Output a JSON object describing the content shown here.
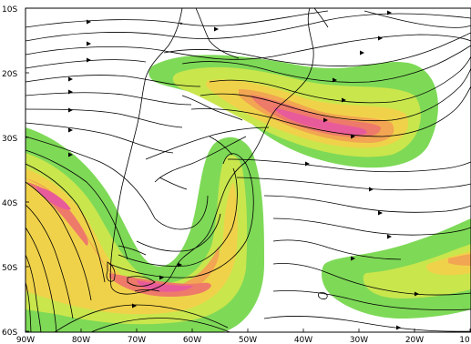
{
  "map": {
    "lat_labels": [
      "10S",
      "20S",
      "30S",
      "40S",
      "50S",
      "60S"
    ],
    "lon_labels": [
      "90W",
      "80W",
      "70W",
      "60W",
      "50W",
      "40W",
      "30W",
      "20W",
      "10"
    ],
    "extent": {
      "lon_min": -90,
      "lon_max": -10,
      "lat_min": -60,
      "lat_max": -10
    },
    "shading_colors": [
      "#7ed957",
      "#c9e64d",
      "#f0d24a",
      "#f2a552",
      "#ee7a6a",
      "#e85b9a",
      "#e030c0"
    ],
    "features": [
      "jet-streak-subtropical",
      "jet-streak-pacific-patagonia",
      "jet-streak-south-atlantic",
      "streamlines",
      "coastlines"
    ]
  }
}
